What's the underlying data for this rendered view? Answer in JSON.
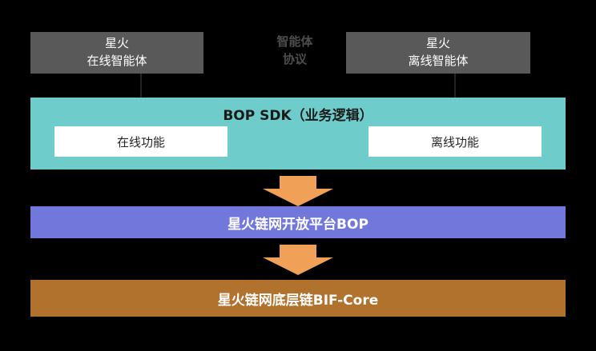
{
  "agents": {
    "online": {
      "line1": "星火",
      "line2": "在线智能体"
    },
    "offline": {
      "line1": "星火",
      "line2": "离线智能体"
    }
  },
  "protocol": {
    "line1": "智能体",
    "line2": "协议"
  },
  "sdk": {
    "title": "BOP SDK（业务逻辑）",
    "online_feature": "在线功能",
    "offline_feature": "离线功能"
  },
  "layers": {
    "bop": "星火链网开放平台BOP",
    "core": "星火链网底层链BIF-Core"
  },
  "colors": {
    "background": "#000000",
    "agent_box": "#595959",
    "protocol_text": "#4d4d4d",
    "sdk_box": "#6eccca",
    "feature_box": "#ffffff",
    "thin_arrow": "#242424",
    "block_arrow": "#f1a057",
    "bop_bar": "#7277db",
    "core_bar": "#b1722e"
  }
}
